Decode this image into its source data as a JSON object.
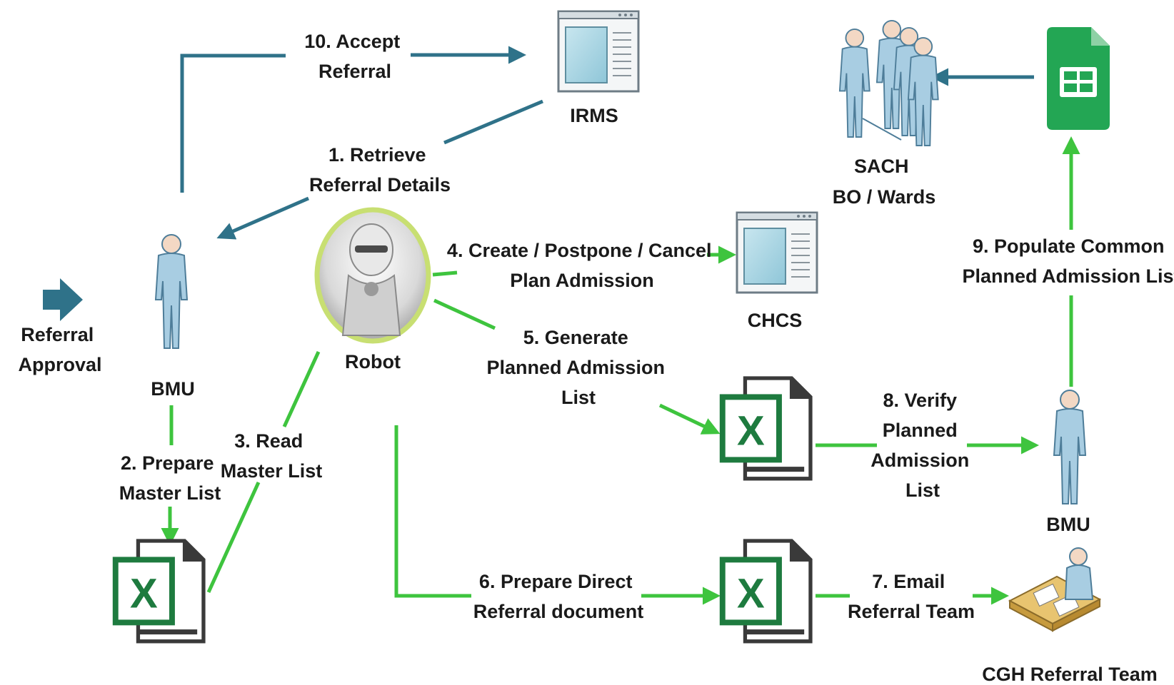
{
  "colors": {
    "blue_arrow": "#2f7289",
    "green_arrow": "#3ec43e",
    "excel_green": "#1e7b3f",
    "sheets_green": "#23a654",
    "person_body": "#a8cde2",
    "person_outline": "#4e7d99",
    "robot_ring": "#c8df72"
  },
  "actors": {
    "irms": "IRMS",
    "sach": [
      "SACH",
      "BO / Wards"
    ],
    "bmu_left": "BMU",
    "bmu_right": "BMU",
    "robot": "Robot",
    "chcs": "CHCS",
    "cgh": "CGH Referral Team",
    "referral_approval": [
      "Referral",
      "Approval"
    ]
  },
  "steps": {
    "s1": [
      "1. Retrieve",
      "Referral Details"
    ],
    "s2": [
      "2. Prepare",
      "Master List"
    ],
    "s3": [
      "3. Read",
      "Master List"
    ],
    "s4": [
      "4. Create / Postpone / Cancel",
      "Plan Admission"
    ],
    "s5": [
      "5. Generate",
      "Planned Admission",
      "List"
    ],
    "s6": [
      "6. Prepare Direct",
      "Referral document"
    ],
    "s7": [
      "7. Email",
      "Referral Team"
    ],
    "s8": [
      "8. Verify",
      "Planned",
      "Admission",
      "List"
    ],
    "s9": [
      "9. Populate Common",
      "Planned Admission List"
    ],
    "s10": [
      "10. Accept",
      "Referral"
    ]
  },
  "icons": {
    "excel": "excel-file-icon",
    "sheets": "google-sheets-icon",
    "window": "application-window-icon",
    "person": "person-icon",
    "robot": "robot-icon",
    "desk": "desk-worker-icon"
  }
}
